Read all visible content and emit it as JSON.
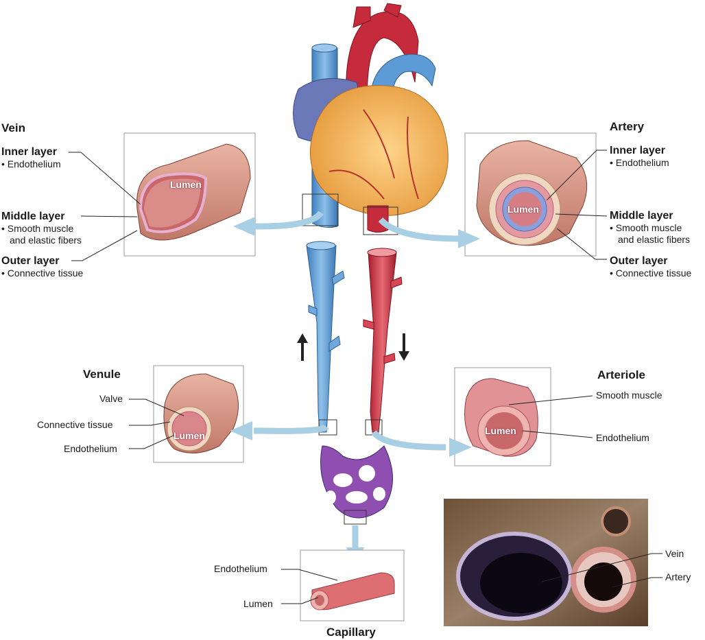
{
  "vein": {
    "heading": "Vein",
    "inner": {
      "title": "Inner layer",
      "detail": "• Endothelium"
    },
    "middle": {
      "title": "Middle layer",
      "detail1": "• Smooth muscle",
      "detail2": "and elastic fibers"
    },
    "outer": {
      "title": "Outer layer",
      "detail": "• Connective tissue"
    },
    "lumen": "Lumen"
  },
  "artery": {
    "heading": "Artery",
    "inner": {
      "title": "Inner layer",
      "detail": "• Endothelium"
    },
    "middle": {
      "title": "Middle layer",
      "detail1": "• Smooth muscle",
      "detail2": "and elastic fibers"
    },
    "outer": {
      "title": "Outer layer",
      "detail": "• Connective tissue"
    },
    "lumen": "Lumen"
  },
  "venule": {
    "heading": "Venule",
    "valve": "Valve",
    "connective": "Connective tissue",
    "endothelium": "Endothelium",
    "lumen": "Lumen"
  },
  "arteriole": {
    "heading": "Arteriole",
    "smooth": "Smooth muscle",
    "endothelium": "Endothelium",
    "lumen": "Lumen"
  },
  "capillary": {
    "heading": "Capillary",
    "endothelium": "Endothelium",
    "lumen": "Lumen"
  },
  "micrograph": {
    "vein": "Vein",
    "artery": "Artery"
  },
  "colors": {
    "vein_blue": "#5b9bd5",
    "artery_red": "#c8283a",
    "arrow_blue": "#a9cfe4",
    "tissue_pink": "#e8a2a0",
    "heart_orange": "#f2b15a"
  }
}
